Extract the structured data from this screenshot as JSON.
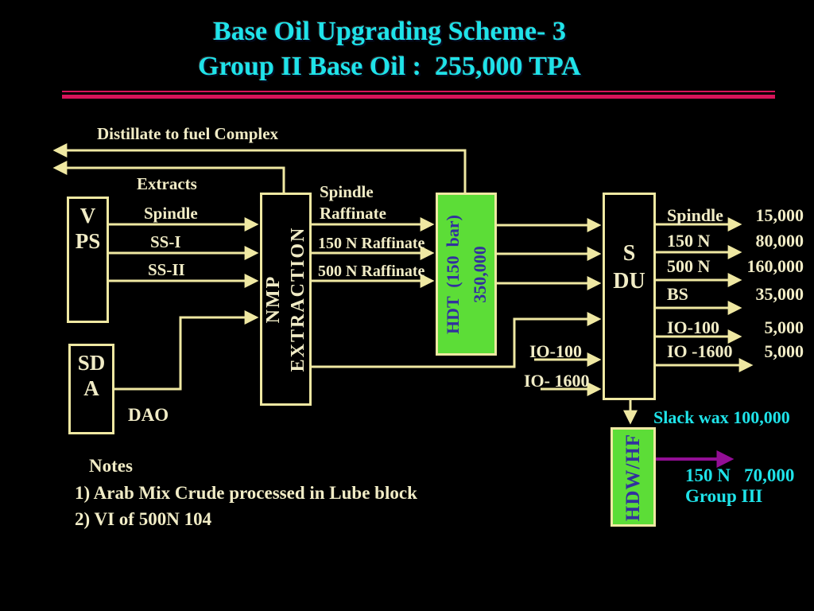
{
  "title": {
    "line1": "Base Oil Upgrading Scheme- 3",
    "line2": "Group II Base Oil :  255,000 TPA"
  },
  "colors": {
    "title_cyan": "#1fe3e9",
    "line_cream": "#efe8a2",
    "text_cream": "#f1ecc6",
    "unit_green": "#5cdd37",
    "unit_text_navy": "#32309e",
    "divider_pink": "#d8145a",
    "wax_arrow_purple": "#930e95",
    "background": "#000000"
  },
  "boxes": {
    "vps": {
      "line1": "V",
      "line2": "PS"
    },
    "sda": {
      "line1": "SD",
      "line2": "A"
    },
    "nmp": {
      "line1": "NMP",
      "line2": "EXTRACTION"
    },
    "hdt": {
      "line1": "HDT  (150  bar)",
      "line2": "350,000"
    },
    "sdu": {
      "line1": "S",
      "line2": "DU"
    },
    "hdw": {
      "label": "HDW/HF"
    }
  },
  "streams": {
    "distillate": "Distillate to fuel Complex",
    "extracts": "Extracts",
    "spindle": "Spindle",
    "ss1": "SS-I",
    "ss2": "SS-II",
    "dao": "DAO",
    "spindle_raffinate_l1": "Spindle",
    "spindle_raffinate_l2": "Raffinate",
    "raffinate_150": "150 N Raffinate",
    "raffinate_500": "500 N Raffinate",
    "io100": "IO-100",
    "io1600": "IO- 1600"
  },
  "outputs": [
    {
      "label": "Spindle",
      "value": "15,000"
    },
    {
      "label": "150 N",
      "value": "80,000"
    },
    {
      "label": "500 N",
      "value": "160,000"
    },
    {
      "label": "BS",
      "value": "35,000"
    },
    {
      "label": "IO-100",
      "value": "5,000"
    },
    {
      "label": "IO -1600",
      "value": "5,000"
    }
  ],
  "bottom": {
    "slack_wax": "Slack wax 100,000",
    "n150_label": "150 N",
    "n150_value": "70,000",
    "group": "Group III"
  },
  "notes": {
    "heading": "Notes",
    "note1": "1) Arab Mix Crude processed in Lube block",
    "note2": "2) VI of 500N 104"
  }
}
